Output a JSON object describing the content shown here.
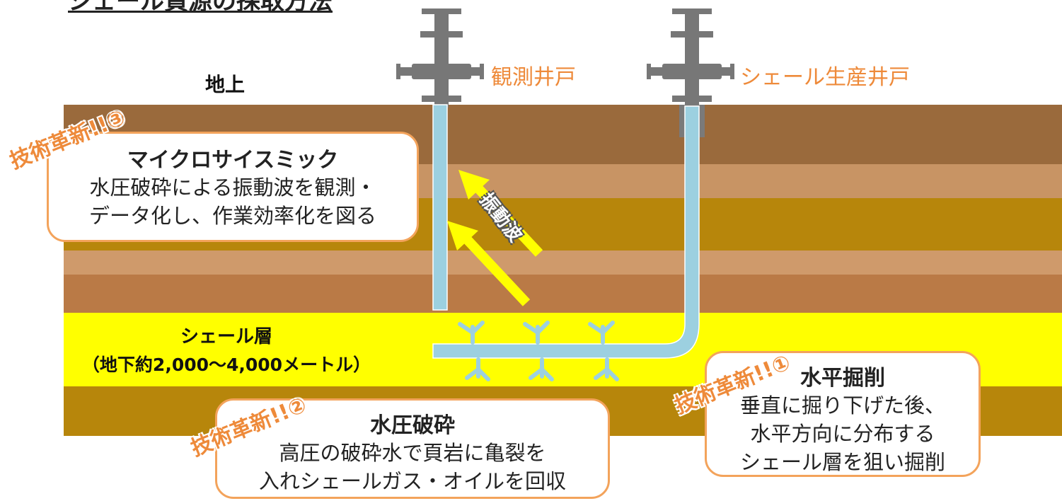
{
  "title": "シェール資源の採取方法",
  "ground_label": "地上",
  "wells": {
    "observation_label": "観測井戸",
    "production_label": "シェール生産井戸"
  },
  "shale_layer": {
    "name": "シェール層",
    "depth": "（地下約2,000〜4,000メートル）"
  },
  "vibration_label": "振動波",
  "innovations": [
    {
      "badge": "技術革新!!①",
      "heading": "水平掘削",
      "lines": [
        "垂直に掘り下げた後、",
        "水平方向に分布する",
        "シェール層を狙い掘削"
      ]
    },
    {
      "badge": "技術革新!!②",
      "heading": "水圧破砕",
      "lines": [
        "高圧の破砕水で頁岩に亀裂を",
        "入れシェールガス・オイルを回収"
      ]
    },
    {
      "badge": "技術革新!!③",
      "heading": "マイクロサイスミック",
      "lines": [
        "水圧破砕による振動波を観測・",
        "データ化し、作業効率化を図る"
      ]
    }
  ],
  "colors": {
    "accent": "#ee8a3a",
    "pipe": "#9cd0e0",
    "shale": "#ffff00",
    "wave_arrow": "#ffff00",
    "wellhead": "#777777"
  }
}
